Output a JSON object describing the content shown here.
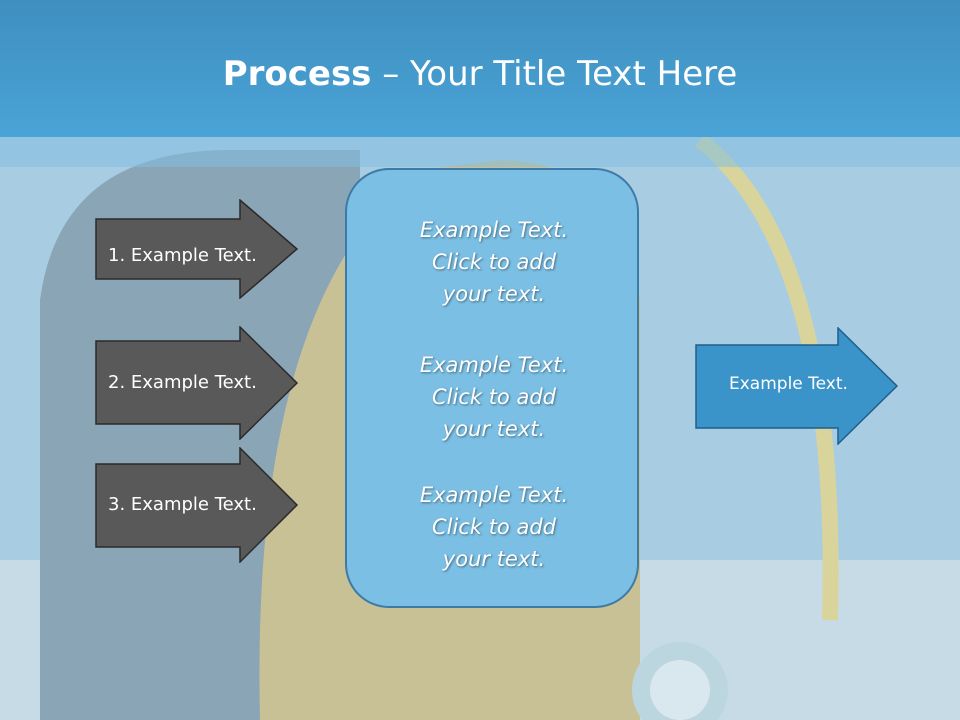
{
  "slide": {
    "title_bold": "Process",
    "title_rest": " – Your Title Text Here",
    "left_arrows": [
      {
        "label": "1. Example Text."
      },
      {
        "label": "2. Example Text."
      },
      {
        "label": "3. Example Text."
      }
    ],
    "center_box": {
      "paragraphs": [
        {
          "line1": "Example Text.",
          "line2": "Click  to add",
          "line3": "your text."
        },
        {
          "line1": "Example Text.",
          "line2": "Click  to add",
          "line3": "your text."
        },
        {
          "line1": "Example Text.",
          "line2": "Click  to add",
          "line3": "your text."
        }
      ]
    },
    "right_arrow": {
      "label": "Example Text."
    }
  },
  "colors": {
    "title_bar": "#4aa3d6",
    "dark_arrow_fill": "#595959",
    "center_box_fill": "#7bbfe4",
    "right_arrow_fill": "#3a93c9"
  },
  "background_image": "scuba-diving-gear-photo"
}
